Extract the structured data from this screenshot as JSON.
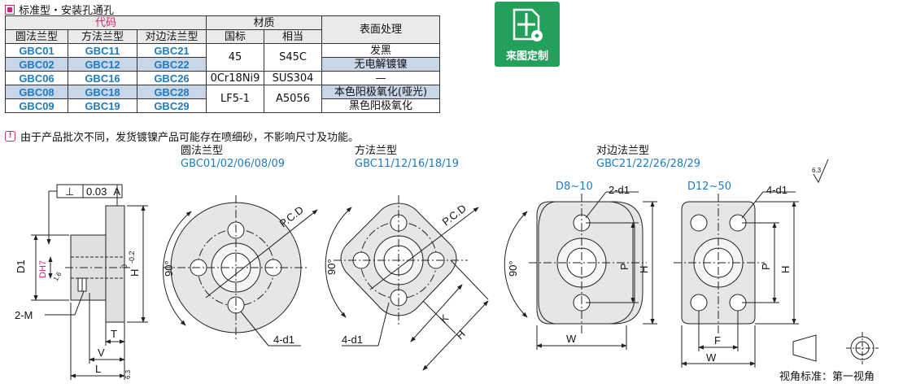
{
  "header": {
    "title": "标准型・安装孔通孔"
  },
  "table": {
    "code_header": "代码",
    "material_header": "材质",
    "surface_header": "表面处理",
    "sub_headers": [
      "圆法兰型",
      "方法兰型",
      "对边法兰型",
      "国标",
      "相当"
    ],
    "rows": [
      {
        "c1": "GBC01",
        "c2": "GBC11",
        "c3": "GBC21"
      },
      {
        "c1": "GBC02",
        "c2": "GBC12",
        "c3": "GBC22"
      },
      {
        "c1": "GBC06",
        "c2": "GBC16",
        "c3": "GBC26"
      },
      {
        "c1": "GBC08",
        "c2": "GBC18",
        "c3": "GBC28"
      },
      {
        "c1": "GBC09",
        "c2": "GBC19",
        "c3": "GBC29"
      }
    ],
    "materials": {
      "m1_gb": "45",
      "m1_eq": "S45C",
      "m2_gb": "0Cr18Ni9",
      "m2_eq": "SUS304",
      "m3_gb": "LF5-1",
      "m3_eq": "A5056"
    },
    "surfaces": [
      "发黑",
      "无电解镀镍",
      "—",
      "本色阳极氧化(哑光)",
      "黑色阳极氧化"
    ]
  },
  "logo": {
    "text": "来图定制",
    "color": "#23a05a"
  },
  "note": {
    "text": "由于产品批次不同，发货镀镍产品可能存在喷细砂，不影响尺寸及功能。"
  },
  "views": {
    "round": {
      "title": "圆法兰型",
      "codes": "GBC01/02/06/08/09"
    },
    "square": {
      "title": "方法兰型",
      "codes": "GBC11/12/16/18/19"
    },
    "flat": {
      "title": "对边法兰型",
      "codes": "GBC21/22/26/28/29",
      "size_a": "D8~10",
      "size_b": "D12~50"
    }
  },
  "dims": {
    "perp": "⊥",
    "tol": "0.03",
    "datum": "A",
    "D1": "D1",
    "DH7": "DH7",
    "M": "2-M",
    "T": "T",
    "V": "V",
    "L": "L",
    "H": "H",
    "P": "P",
    "K": "K",
    "W": "W",
    "F": "F",
    "pcd": "P.C.D",
    "angle": "90°",
    "holes4": "4-d1",
    "holes2": "2-d1",
    "tol_0": "0",
    "tol_m02": "-0.2",
    "ra": "6.3",
    "ra2": "1.6",
    "ra3": "6.3"
  },
  "projection": {
    "label": "视角标准：第一视角"
  },
  "colors": {
    "accent": "#1f7bc0",
    "magenta": "#d0286e",
    "shade": "#c9d6e8"
  }
}
